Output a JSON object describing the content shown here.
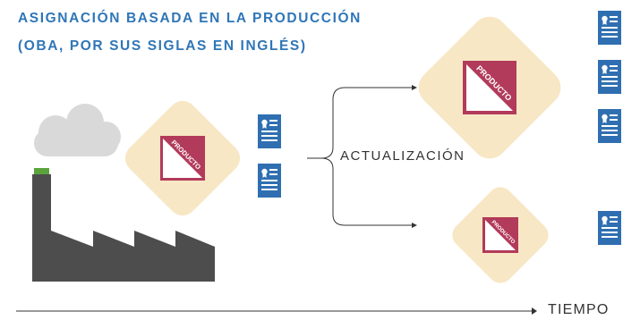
{
  "title": {
    "line1": "ASIGNACIÓN BASADA EN LA PRODUCCIÓN",
    "line2": "(OBA, POR SUS SIGLAS EN INGLÉS)"
  },
  "product_label": "PRODUCTO",
  "update_label": "ACTUALIZACIÓN",
  "time_label": "TIEMPO",
  "colors": {
    "title": "#2f76b7",
    "product_box": "#b23a5a",
    "diamond": "#f7e7c4",
    "certificate": "#2f6fb1",
    "factory": "#4d4d4d",
    "smoke": "#d9d9d9",
    "chimney_cap": "#5aa43b"
  },
  "icons": {
    "factory": "factory-icon",
    "cloud": "smoke-cloud-icon",
    "certificate": "allowance-certificate-icon",
    "product": "product-box-icon"
  }
}
